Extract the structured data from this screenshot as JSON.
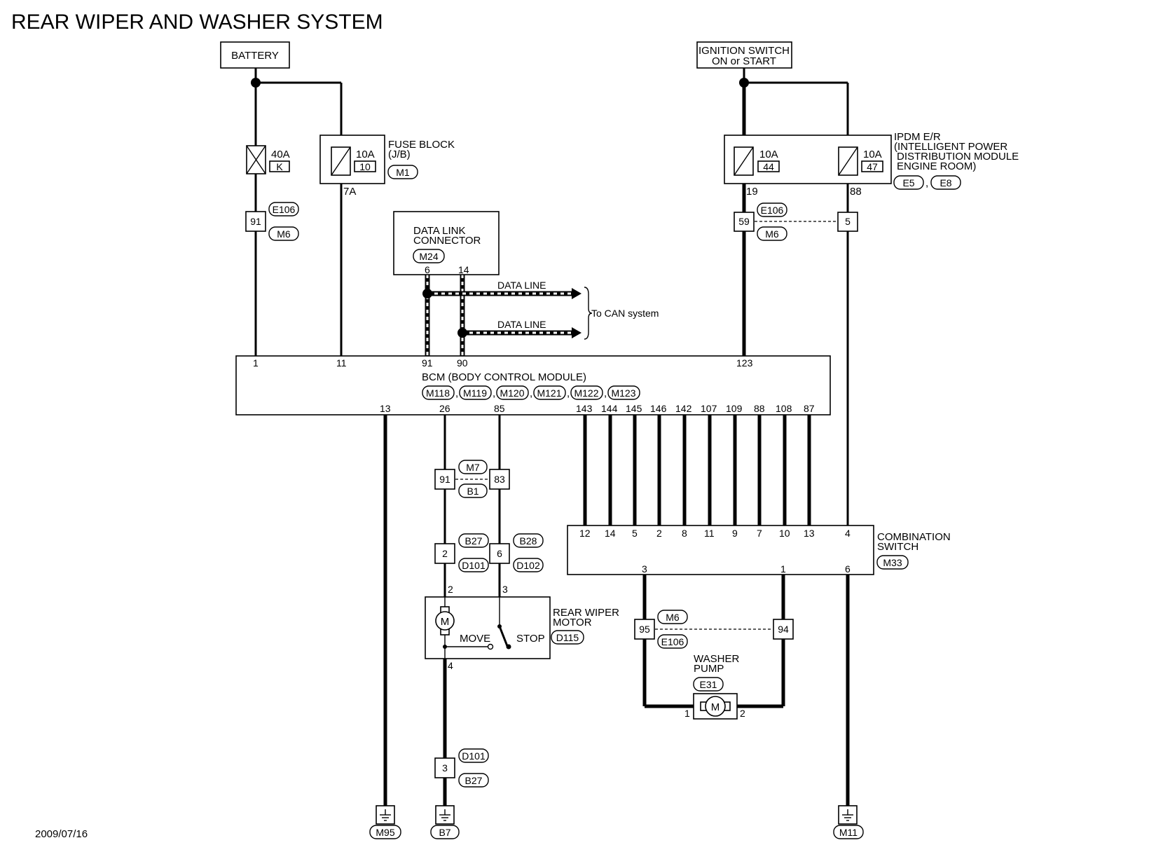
{
  "title": "REAR WIPER AND WASHER SYSTEM",
  "date": "2009/07/16",
  "battery": {
    "label": "BATTERY"
  },
  "ignition": {
    "line1": "IGNITION SWITCH",
    "line2": "ON or START"
  },
  "fuse_40a": {
    "rating": "40A",
    "id": "K"
  },
  "fuse_block": {
    "rating": "10A",
    "id": "10",
    "pin": "7A",
    "title1": "FUSE BLOCK",
    "title2": "(J/B)",
    "connector": "M1"
  },
  "ipdm": {
    "title1": "IPDM E/R",
    "title2": "(INTELLIGENT POWER",
    "title3": "DISTRIBUTION MODULE",
    "title4": "ENGINE ROOM)",
    "fuse1_rating": "10A",
    "fuse1_id": "44",
    "fuse1_pin": "19",
    "fuse2_rating": "10A",
    "fuse2_id": "47",
    "fuse2_pin": "88",
    "conn1": "E5",
    "conn2": "E8"
  },
  "dlc": {
    "title1": "DATA LINK",
    "title2": "CONNECTOR",
    "connector": "M24",
    "pin6": "6",
    "pin14": "14"
  },
  "data_line": {
    "label1": "DATA LINE",
    "label2": "DATA LINE",
    "can": "To CAN system"
  },
  "bcm": {
    "title": "BCM (BODY CONTROL MODULE)",
    "connectors": [
      "M118",
      "M119",
      "M120",
      "M121",
      "M122",
      "M123"
    ],
    "top_pins": [
      "1",
      "11",
      "91",
      "90",
      "123"
    ],
    "bottom_pins": [
      "13",
      "26",
      "85",
      "143",
      "144",
      "145",
      "146",
      "142",
      "107",
      "109",
      "88",
      "108",
      "87"
    ]
  },
  "junctions": {
    "j91": "91",
    "j91_top": "E106",
    "j91_bot": "M6",
    "j59": "59",
    "j5": "5",
    "j59_top": "E106",
    "j59_bot": "M6",
    "j91b": "91",
    "j83": "83",
    "jm7": "M7",
    "jb1": "B1",
    "j2": "2",
    "j6": "6",
    "jb27": "B27",
    "jd101": "D101",
    "jb28": "B28",
    "jd102": "D102",
    "j3": "3",
    "j3_top": "D101",
    "j3_bot": "B27",
    "j95": "95",
    "j94": "94",
    "j95_top": "M6",
    "j95_bot": "E106"
  },
  "combination_switch": {
    "title1": "COMBINATION",
    "title2": "SWITCH",
    "connector": "M33",
    "top_pins": [
      "12",
      "14",
      "5",
      "2",
      "8",
      "11",
      "9",
      "7",
      "10",
      "13",
      "4"
    ],
    "bottom_pins": [
      "3",
      "1",
      "6"
    ]
  },
  "wiper_motor": {
    "title1": "REAR WIPER",
    "title2": "MOTOR",
    "connector": "D115",
    "move": "MOVE",
    "stop": "STOP",
    "motor": "M",
    "pin2": "2",
    "pin3": "3",
    "pin4": "4"
  },
  "washer_pump": {
    "title1": "WASHER",
    "title2": "PUMP",
    "connector": "E31",
    "motor": "M",
    "pin1": "1",
    "pin2": "2"
  },
  "grounds": {
    "g1": "M95",
    "g2": "B7",
    "g3": "M11"
  }
}
